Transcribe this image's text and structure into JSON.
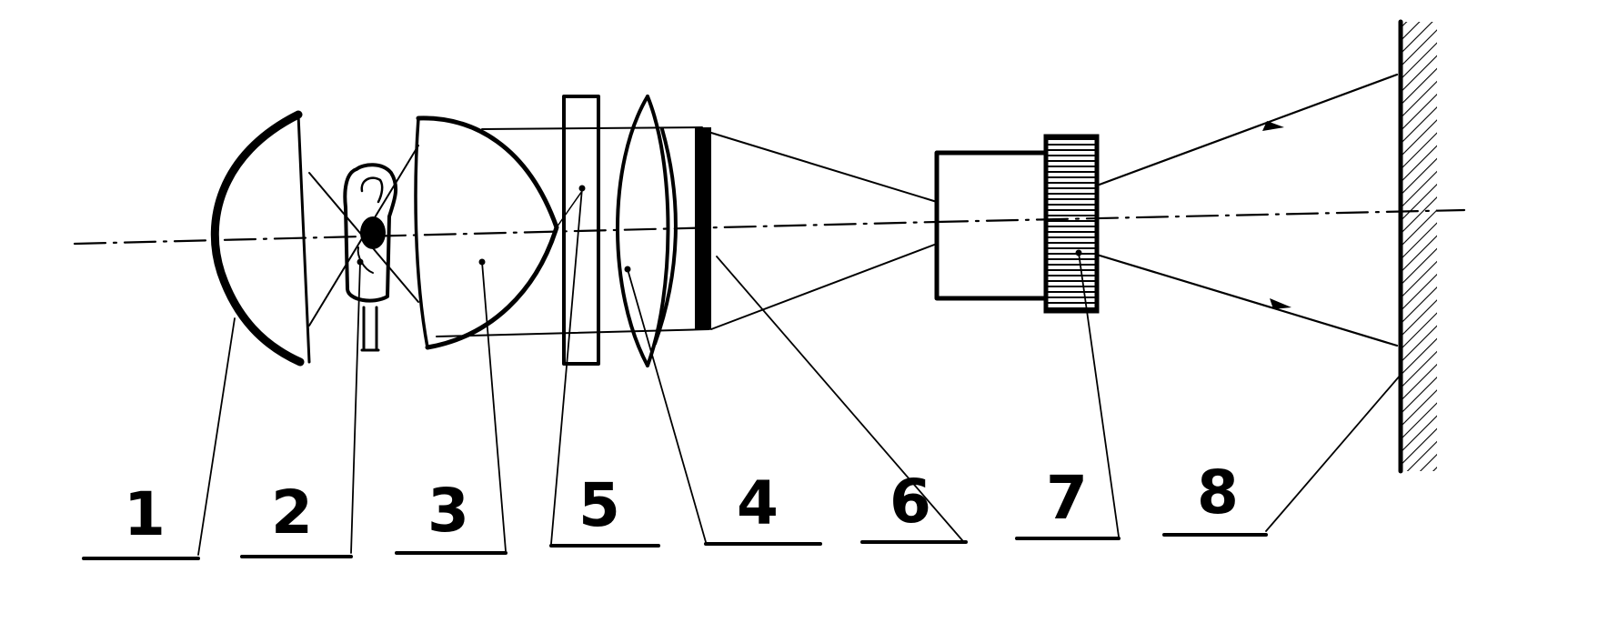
{
  "diagram": {
    "labels": [
      {
        "id": "lbl-1",
        "text": "1"
      },
      {
        "id": "lbl-2",
        "text": "2"
      },
      {
        "id": "lbl-3",
        "text": "3"
      },
      {
        "id": "lbl-5",
        "text": "5"
      },
      {
        "id": "lbl-4",
        "text": "4"
      },
      {
        "id": "lbl-6",
        "text": "6"
      },
      {
        "id": "lbl-7",
        "text": "7"
      },
      {
        "id": "lbl-8",
        "text": "8"
      }
    ]
  }
}
